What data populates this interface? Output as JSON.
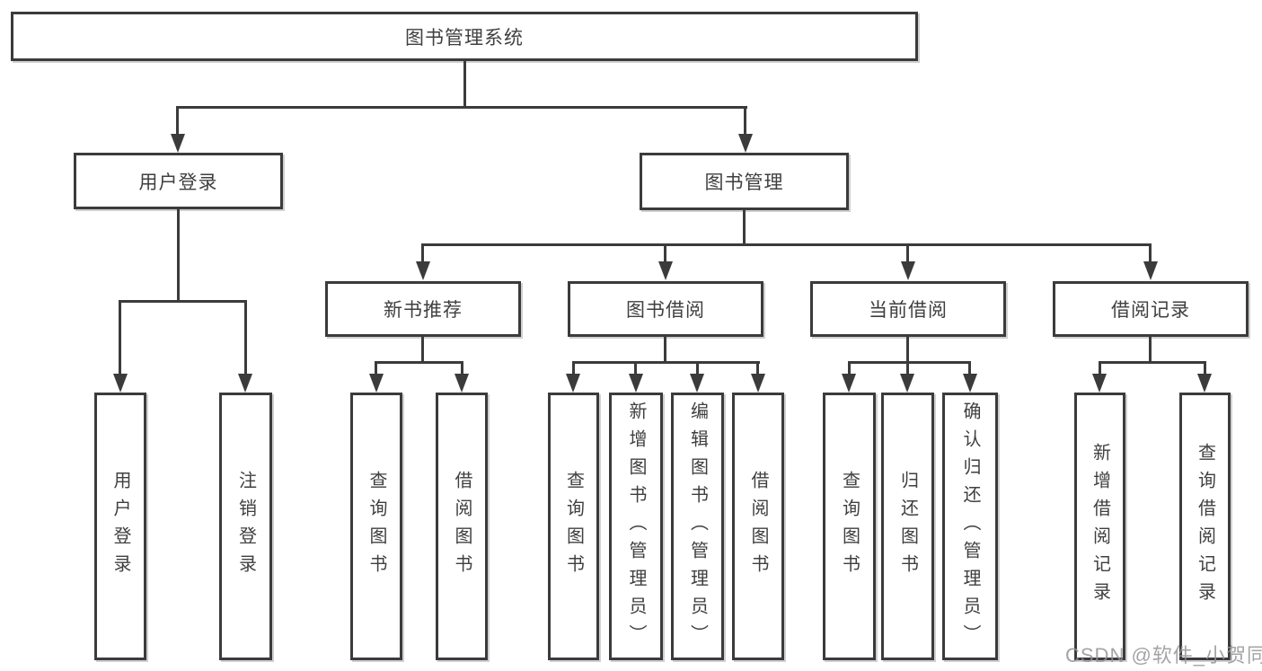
{
  "diagram": {
    "root": {
      "label": "图书管理系统"
    },
    "user_login": {
      "label": "用户登录",
      "children": [
        {
          "label": "用户登录"
        },
        {
          "label": "注销登录"
        }
      ]
    },
    "book_mgmt": {
      "label": "图书管理",
      "groups": [
        {
          "label": "新书推荐",
          "children": [
            {
              "label": "查询图书"
            },
            {
              "label": "借阅图书"
            }
          ]
        },
        {
          "label": "图书借阅",
          "children": [
            {
              "label": "查询图书"
            },
            {
              "label": "新增图书（管理员）"
            },
            {
              "label": "编辑图书（管理员）"
            },
            {
              "label": "借阅图书"
            }
          ]
        },
        {
          "label": "当前借阅",
          "children": [
            {
              "label": "查询图书"
            },
            {
              "label": "归还图书"
            },
            {
              "label": "确认归还（管理员）"
            }
          ]
        },
        {
          "label": "借阅记录",
          "children": [
            {
              "label": "新增借阅记录"
            },
            {
              "label": "查询借阅记录"
            }
          ]
        }
      ]
    }
  },
  "watermark": {
    "label": "CSDN @软件_小贺同学"
  },
  "colors": {
    "line": "#3b3b3b",
    "text": "#3f3f3f",
    "background": "#ffffff",
    "watermark": "#949498"
  }
}
